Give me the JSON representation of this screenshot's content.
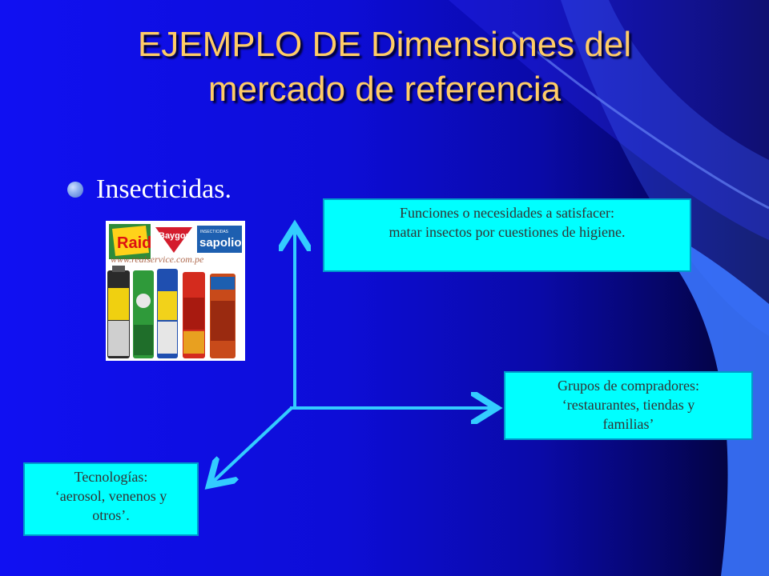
{
  "slide": {
    "title_line1": "EJEMPLO DE Dimensiones del",
    "title_line2": "mercado de referencia",
    "bullet_text": "Insecticidas."
  },
  "image": {
    "description_icon": "insecticide-products-image",
    "brands": [
      "Raid",
      "Baygon",
      "INSECTICIDAS",
      "sapolio",
      "www.realservice.com.pe"
    ]
  },
  "boxes": {
    "funciones": {
      "line1": "Funciones o necesidades  a satisfacer:",
      "line2": "matar insectos por cuestiones de higiene."
    },
    "grupos": {
      "line1": "Grupos de compradores:",
      "line2": "‘restaurantes, tiendas y",
      "line3": "familias’"
    },
    "tecnologias": {
      "line1": "Tecnologías:",
      "line2": "‘aerosol, venenos y",
      "line3": "otros’."
    }
  },
  "colors": {
    "title": "#ffcc66",
    "box_fill": "#00ffff",
    "arrow": "#33ccff",
    "background": "#1010f2"
  }
}
